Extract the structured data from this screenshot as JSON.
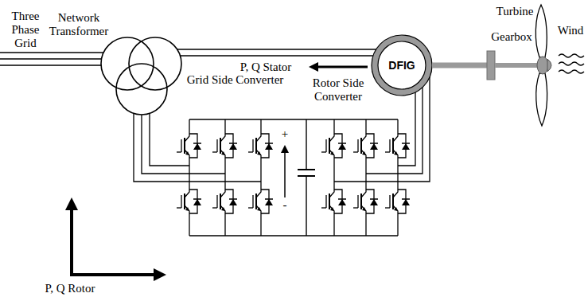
{
  "diagram": {
    "nodes": [
      {
        "text": [
          "DFIG"
        ]
      }
    ],
    "labels": [
      "Three Phase Grid",
      "Network Transformer",
      "P, Q Stator",
      "Grid Side Converter",
      "Rotor Side Converter",
      "+",
      "-",
      "P, Q Rotor",
      "Gearbox",
      "Turbine",
      "Wind"
    ]
  }
}
